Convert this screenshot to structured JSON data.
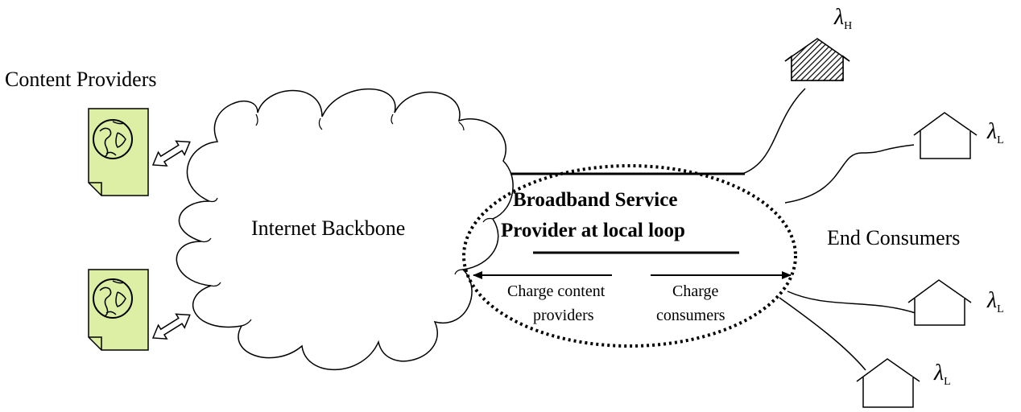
{
  "labels": {
    "content_providers": "Content Providers",
    "internet_backbone": "Internet Backbone",
    "bsp_line1": "Broadband Service",
    "bsp_line2": "Provider at local loop",
    "end_consumers": "End Consumers",
    "charge_content_line1": "Charge content",
    "charge_content_line2": "providers",
    "charge_consumers_line1": "Charge",
    "charge_consumers_line2": "consumers"
  },
  "lambda": {
    "symbol": "λ",
    "high_sub": "H",
    "low_sub": "L"
  },
  "colors": {
    "document_fill": "#dcefa4",
    "stroke": "#000000"
  },
  "icons": [
    "document-globe-icon",
    "double-arrow-icon",
    "cloud-icon",
    "house-icon",
    "hatched-house-icon"
  ]
}
